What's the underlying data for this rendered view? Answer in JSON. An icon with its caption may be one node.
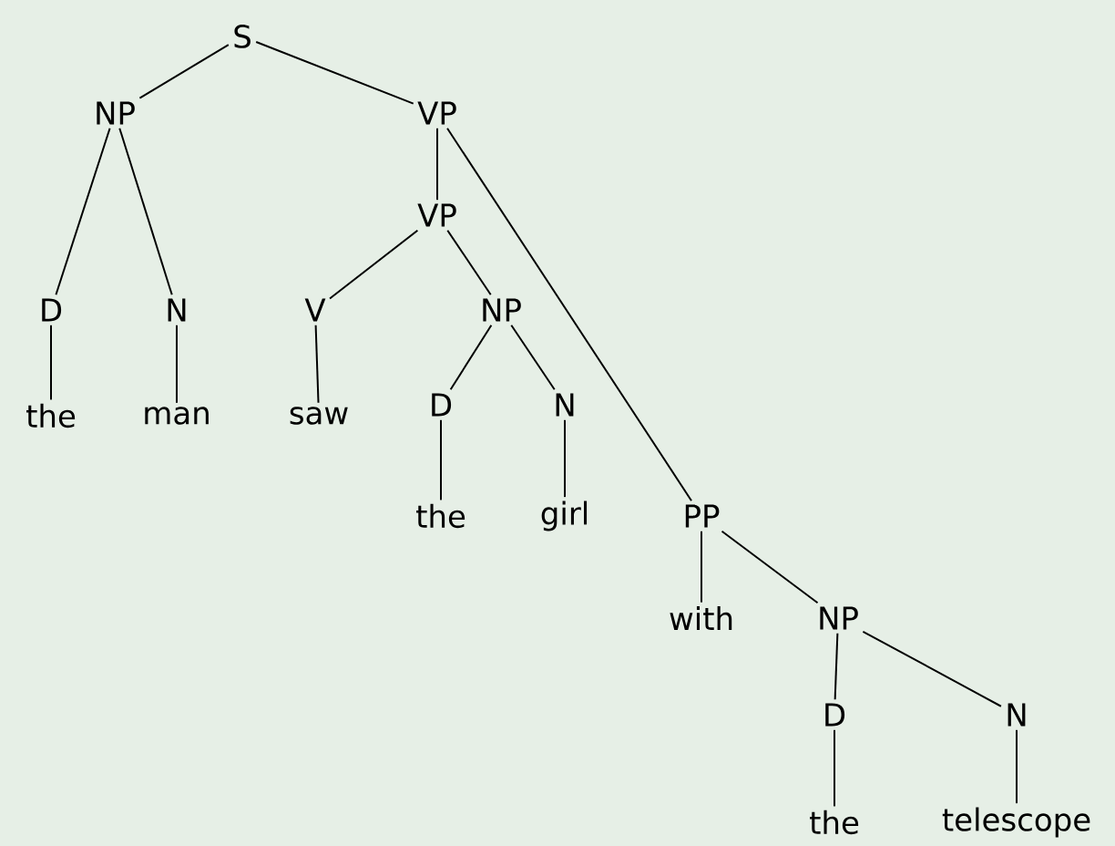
{
  "diagram": {
    "nodes": [
      {
        "text": [
          "S"
        ]
      },
      {
        "text": [
          "NP"
        ]
      },
      {
        "text": [
          "VP"
        ]
      },
      {
        "text": [
          "D"
        ]
      },
      {
        "text": [
          "N"
        ]
      },
      {
        "text": [
          "the"
        ]
      },
      {
        "text": [
          "man"
        ]
      },
      {
        "text": [
          "VP"
        ]
      },
      {
        "text": [
          "V"
        ]
      },
      {
        "text": [
          "NP"
        ]
      },
      {
        "text": [
          "saw"
        ]
      },
      {
        "text": [
          "D"
        ]
      },
      {
        "text": [
          "N"
        ]
      },
      {
        "text": [
          "the"
        ]
      },
      {
        "text": [
          "girl"
        ]
      },
      {
        "text": [
          "PP"
        ]
      },
      {
        "text": [
          "with"
        ]
      },
      {
        "text": [
          "NP"
        ]
      },
      {
        "text": [
          "D"
        ]
      },
      {
        "text": [
          "N"
        ]
      },
      {
        "text": [
          "the"
        ]
      },
      {
        "text": [
          "telescope"
        ]
      }
    ],
    "edges": [
      {
        "from": 0,
        "to": 1,
        "arrow": "none"
      },
      {
        "from": 0,
        "to": 2,
        "arrow": "none"
      },
      {
        "from": 1,
        "to": 3,
        "arrow": "none"
      },
      {
        "from": 1,
        "to": 4,
        "arrow": "none"
      },
      {
        "from": 3,
        "to": 5,
        "arrow": "none"
      },
      {
        "from": 4,
        "to": 6,
        "arrow": "none"
      },
      {
        "from": 2,
        "to": 7,
        "arrow": "none"
      },
      {
        "from": 2,
        "to": 15,
        "arrow": "none"
      },
      {
        "from": 7,
        "to": 8,
        "arrow": "none"
      },
      {
        "from": 7,
        "to": 9,
        "arrow": "none"
      },
      {
        "from": 8,
        "to": 10,
        "arrow": "none"
      },
      {
        "from": 9,
        "to": 11,
        "arrow": "none"
      },
      {
        "from": 9,
        "to": 12,
        "arrow": "none"
      },
      {
        "from": 11,
        "to": 13,
        "arrow": "none"
      },
      {
        "from": 12,
        "to": 14,
        "arrow": "none"
      },
      {
        "from": 15,
        "to": 16,
        "arrow": "none"
      },
      {
        "from": 15,
        "to": 17,
        "arrow": "none"
      },
      {
        "from": 17,
        "to": 18,
        "arrow": "none"
      },
      {
        "from": 17,
        "to": 19,
        "arrow": "none"
      },
      {
        "from": 18,
        "to": 20,
        "arrow": "none"
      },
      {
        "from": 19,
        "to": 21,
        "arrow": "none"
      }
    ]
  }
}
